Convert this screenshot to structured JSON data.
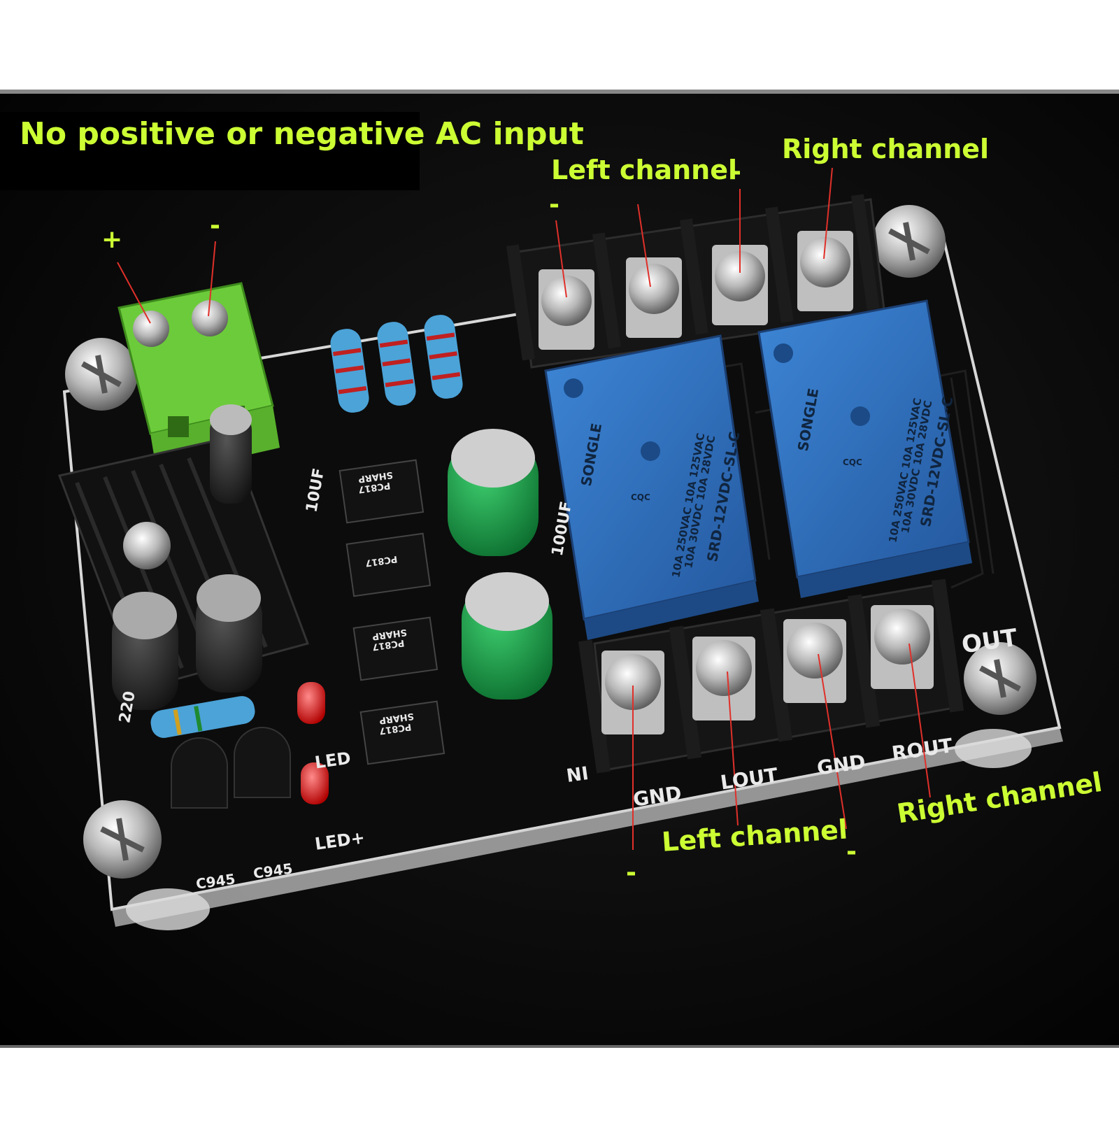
{
  "callouts": {
    "title": "No positive or negative AC input",
    "plus": "+",
    "minus": "-",
    "left_channel": "Left channel",
    "right_channel": "Right channel"
  },
  "board_labels": {
    "gnd": "GND",
    "lout": "LOUT",
    "rout": "ROUT",
    "out": "OUT",
    "in": "NI",
    "led": "LED",
    "led_plus": "LED+",
    "transistor": "C945",
    "cap_small": "10UF",
    "cap_large": "100UF",
    "cap_filter": "220"
  },
  "relays": {
    "brand": "SONGLE",
    "model": "SRD-12VDC-SL-C",
    "rating_ac": "10A 250VAC 10A 125VAC",
    "rating_dc": "10A 30VDC 10A 28VDC",
    "cert": "CQC"
  },
  "optocouplers": {
    "model": "PC817",
    "maker": "SHARP"
  },
  "colors": {
    "callout": "#ccff33",
    "pcb": "#0c0c0c",
    "relay": "#2f6fbf",
    "terminal_block": "#6ccb3a",
    "capacitor_green": "#159a45",
    "led": "#e02020"
  }
}
